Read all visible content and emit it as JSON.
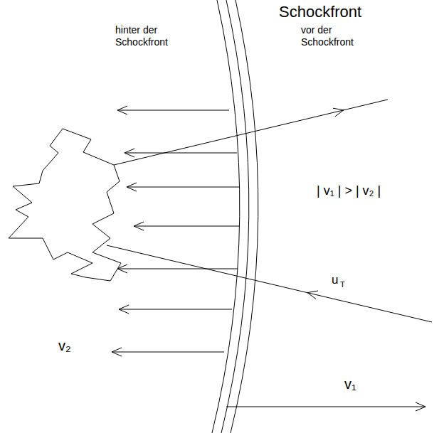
{
  "diagram": {
    "title": "Schockfront",
    "labels": [
      "hinter der Schockfront",
      "vor der Schockfront",
      "| v₁ | > | v₂ |",
      "u",
      "T",
      "v₂",
      "v₁"
    ]
  }
}
